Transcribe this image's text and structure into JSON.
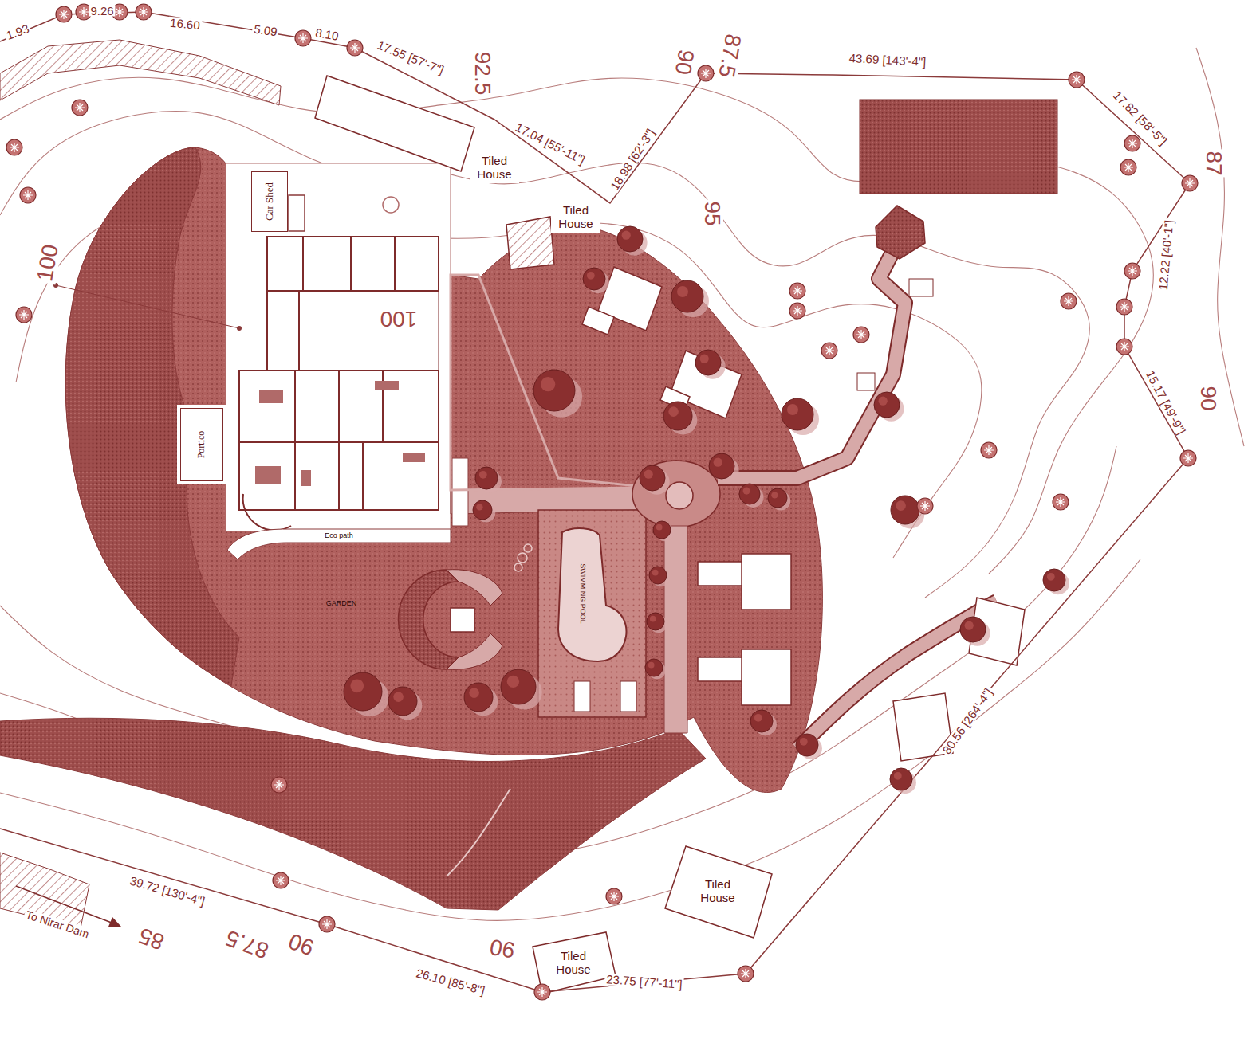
{
  "diagram": {
    "nodes": [
      {
        "text": [
          "Tiled House"
        ]
      },
      {
        "text": [
          "Car Shed"
        ]
      },
      {
        "text": [
          "Tiled House"
        ]
      },
      {
        "text": [
          "Portico"
        ]
      },
      {
        "text": [
          "SWIMMING POOL"
        ]
      },
      {
        "text": [
          "Tiled House"
        ]
      },
      {
        "text": [
          "Tiled House"
        ]
      }
    ],
    "labels": [
      "1.93",
      "9.26",
      "16.60",
      "5.09",
      "8.10",
      "17.55 [57'-7\"]",
      "17.04 [55'-11\"]",
      "18.98 [62'-3\"]",
      "43.69 [143'-4\"]",
      "17.82 [58'-5\"]",
      "12.22 [40'-1\"]",
      "15.17 [49'-9\"]",
      "80.56 [264'-4\"]",
      "23.75 [77'-11\"]",
      "26.10 [85'-8\"]",
      "39.72 [130'-4\"]",
      "To Nirar Dam",
      "GARDEN",
      "Eco path",
      "100",
      "100",
      "95",
      "92.5",
      "90",
      "87.5",
      "85",
      "87.5",
      "90",
      "90",
      "87",
      "90"
    ]
  }
}
